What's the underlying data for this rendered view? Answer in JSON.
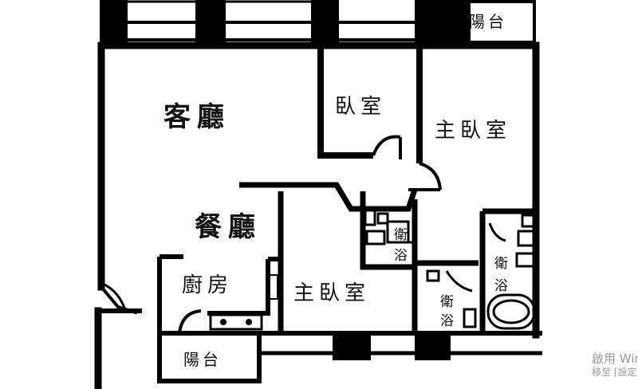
{
  "rooms": {
    "living": "客廳",
    "dining": "餐廳",
    "bedroom": "臥室",
    "master_bedroom_upper": "主臥室",
    "master_bedroom_lower": "主臥室",
    "kitchen": "廚房",
    "balcony_top": "陽台",
    "balcony_bottom": "陽台",
    "bath_center_a": "衛",
    "bath_center_b": "浴",
    "bath_lower_a": "衛",
    "bath_lower_b": "浴",
    "bath_right_a": "衛",
    "bath_right_b": "浴"
  },
  "watermark": {
    "line1": "啟用 Win",
    "line2": "移至 [設定]"
  },
  "colors": {
    "wall": "#000000",
    "background": "#ffffff",
    "watermark": "#9a9a9a"
  }
}
